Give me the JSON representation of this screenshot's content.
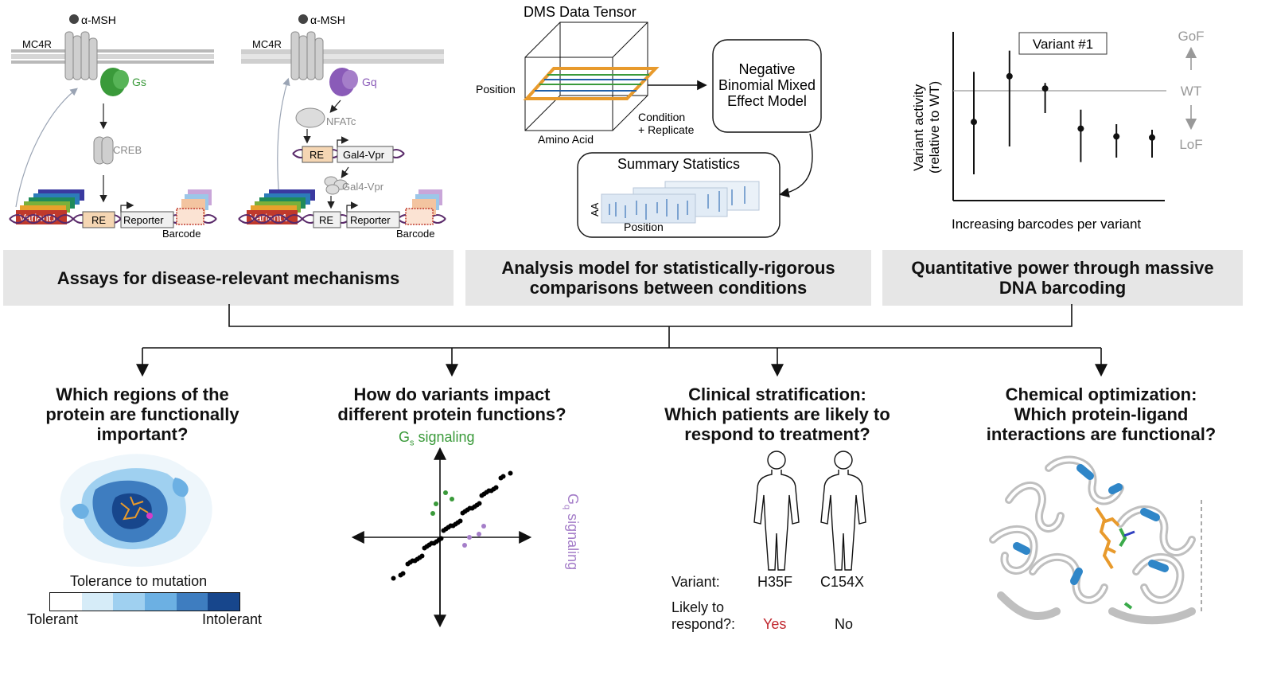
{
  "panel1": {
    "ligand": "α-MSH",
    "receptor": "MC4R",
    "left": {
      "gprotein": "Gs",
      "tf": "CREB",
      "variant": "Variant1",
      "re": "RE",
      "reporter": "Reporter",
      "barcode": "Barcode"
    },
    "right": {
      "gprotein": "Gq",
      "tf": "NFATc",
      "re1": "RE",
      "gal4_box": "Gal4-Vpr",
      "gal4_protein": "Gal4-Vpr",
      "variant": "Variant1",
      "re2": "RE",
      "reporter": "Reporter",
      "barcode": "Barcode"
    },
    "caption": "Assays for disease-relevant mechanisms"
  },
  "panel2": {
    "tensor_title": "DMS Data Tensor",
    "position_label": "Position",
    "amino_acid_label": "Amino Acid",
    "condition_line1": "Condition",
    "condition_line2": "+ Replicate",
    "model_line1": "Negative",
    "model_line2": "Binomial Mixed",
    "model_line3": "Effect Model",
    "summary_title": "Summary Statistics",
    "summary_aa": "AA",
    "summary_position": "Position",
    "caption_line1": "Analysis model for statistically-rigorous",
    "caption_line2": "comparisons between conditions"
  },
  "panel3": {
    "variant_box": "Variant #1",
    "ylabel_line1": "Variant activity",
    "ylabel_line2": "(relative to WT)",
    "xlabel": "Increasing barcodes per variant",
    "gof": "GoF",
    "wt": "WT",
    "lof": "LoF",
    "caption_line1": "Quantitative power through massive",
    "caption_line2": "DNA barcoding"
  },
  "chart_data": {
    "type": "scatter",
    "points_with_error": [
      {
        "x": 1,
        "y": -0.28,
        "low": -0.75,
        "high": 0.17
      },
      {
        "x": 2,
        "y": 0.13,
        "low": -0.5,
        "high": 0.36
      },
      {
        "x": 3,
        "y": 0.02,
        "low": -0.2,
        "high": 0.07
      },
      {
        "x": 4,
        "y": -0.34,
        "low": -0.64,
        "high": -0.17
      },
      {
        "x": 5,
        "y": -0.41,
        "low": -0.6,
        "high": -0.3
      },
      {
        "x": 6,
        "y": -0.42,
        "low": -0.6,
        "high": -0.35
      }
    ],
    "reference_line": 0
  },
  "questions": {
    "q1": [
      "Which regions of the",
      "protein are functionally",
      "important?"
    ],
    "q2": [
      "How do variants impact",
      "different protein functions?"
    ],
    "q3": [
      "Clinical stratification:",
      "Which patients are likely to",
      "respond to treatment?"
    ],
    "q4": [
      "Chemical optimization:",
      "Which protein-ligand",
      "interactions are functional?"
    ]
  },
  "bottom1": {
    "tolerance_title": "Tolerance to mutation",
    "tolerant": "Tolerant",
    "intolerant": "Intolerant",
    "colors": [
      "#ffffff",
      "#d6ecf8",
      "#9fd0f0",
      "#6cb0e3",
      "#3e7dc0",
      "#17468c"
    ]
  },
  "bottom2": {
    "gs_main": "G",
    "gs_sub": "s",
    "gs_rest": " signaling",
    "gq_main": "G",
    "gq_sub": "q",
    "gq_rest": " signaling",
    "colors": {
      "gs": "#3a9a3a",
      "gq": "#a57ec9",
      "neutral": "#000000"
    }
  },
  "bottom3": {
    "variant_label": "Variant:",
    "variant_a": "H35F",
    "variant_b": "C154X",
    "respond_line1": "Likely to",
    "respond_line2": "respond?:",
    "answer_a": "Yes",
    "answer_b": "No",
    "colors": {
      "yes": "#c0262d"
    }
  },
  "colors": {
    "gs_green": "#3a9a3a",
    "gq_purple": "#8a5bb8",
    "tensor_orange": "#e89a2c",
    "caption_bg": "#e6e6e6"
  }
}
